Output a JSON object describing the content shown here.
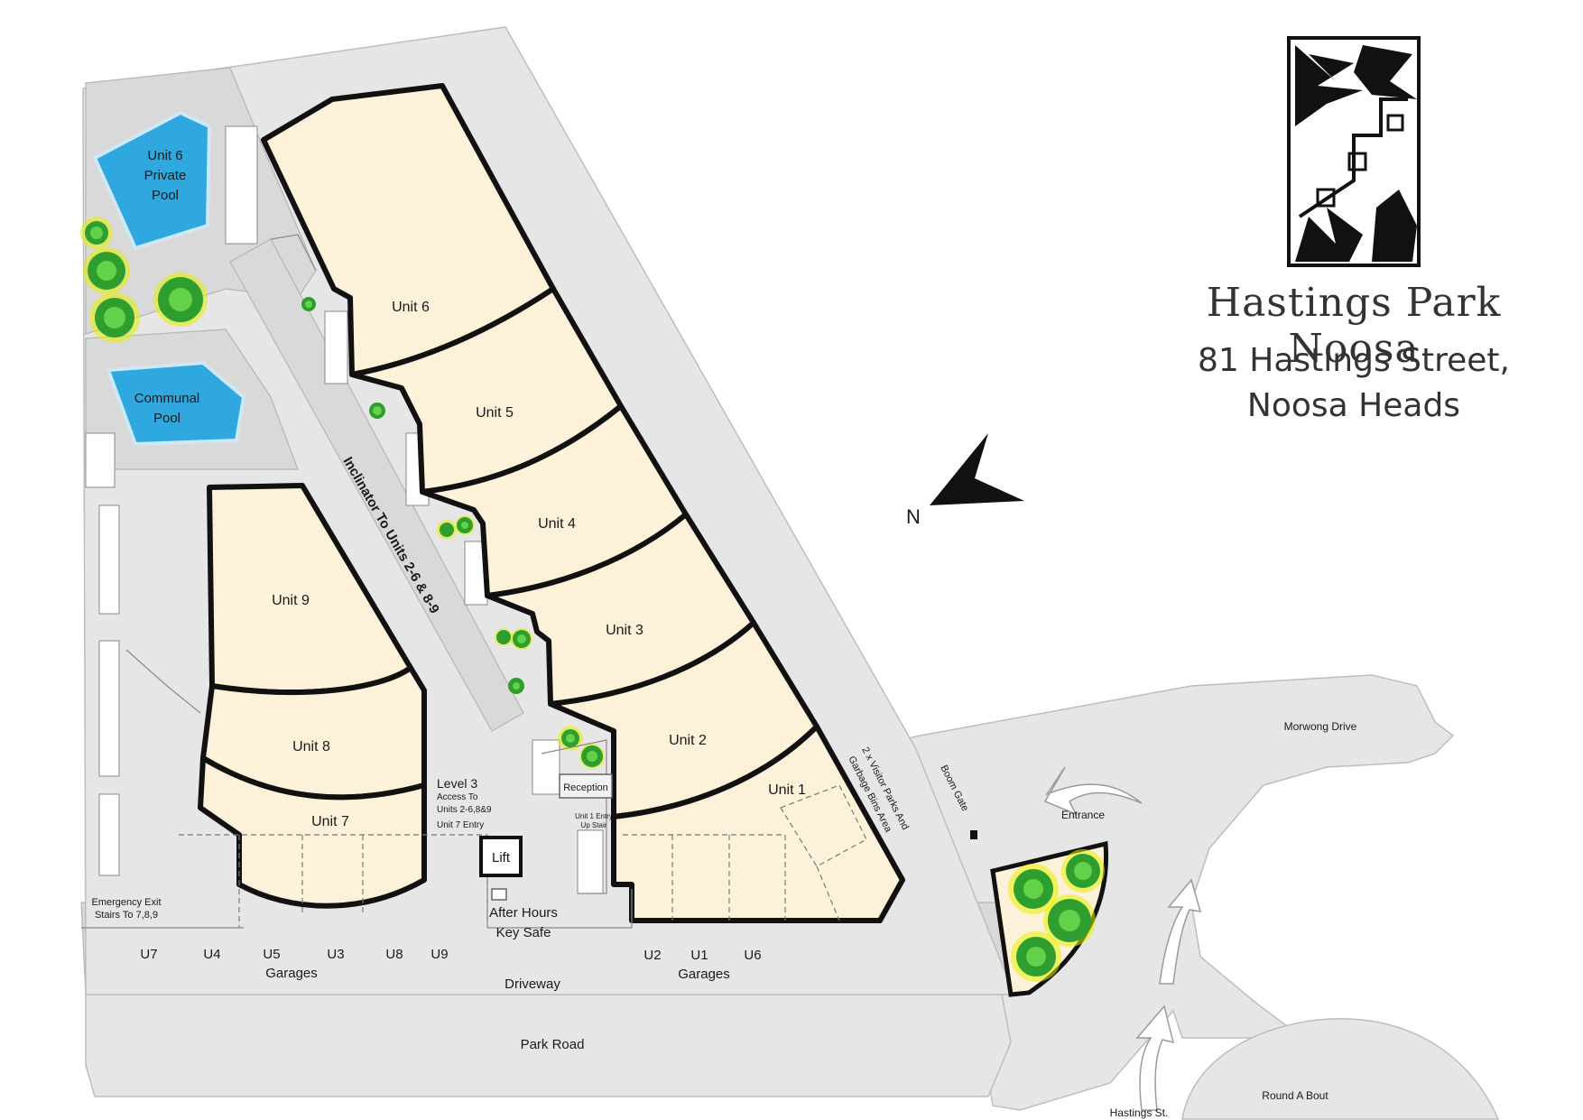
{
  "brand": {
    "name": "Hastings Park Noosa",
    "address_line1": "81 Hastings Street,",
    "address_line2": "Noosa Heads"
  },
  "compass": {
    "label": "N"
  },
  "units": [
    {
      "id": "unit-6",
      "label": "Unit 6"
    },
    {
      "id": "unit-5",
      "label": "Unit 5"
    },
    {
      "id": "unit-4",
      "label": "Unit 4"
    },
    {
      "id": "unit-3",
      "label": "Unit 3"
    },
    {
      "id": "unit-2",
      "label": "Unit 2"
    },
    {
      "id": "unit-1",
      "label": "Unit 1"
    },
    {
      "id": "unit-9",
      "label": "Unit 9"
    },
    {
      "id": "unit-8",
      "label": "Unit 8"
    },
    {
      "id": "unit-7",
      "label": "Unit 7"
    }
  ],
  "pools": {
    "private": [
      "Unit 6",
      "Private",
      "Pool"
    ],
    "communal": [
      "Communal",
      "Pool"
    ]
  },
  "inclinator": "Inclinator To Units 2-6 & 8-9",
  "reception": "Reception",
  "lift": "Lift",
  "level3": [
    "Level 3",
    "Access To",
    "Units 2-6,8&9",
    "Unit 7 Entry"
  ],
  "unit1_entry": [
    "Unit 1 Entry",
    "Up Stair"
  ],
  "after_hours": [
    "After Hours",
    "Key Safe"
  ],
  "emergency_exit": [
    "Emergency Exit",
    "Stairs To 7,8,9"
  ],
  "visitor_parks": [
    "2 x Visitor Parks And",
    "Garbage Bins Area"
  ],
  "boom_gate": "Boom Gate",
  "garage_labels_left": [
    "U7",
    "U4",
    "U5",
    "U3",
    "U8",
    "U9"
  ],
  "garage_labels_right": [
    "U2",
    "U1",
    "U6"
  ],
  "garages_word": "Garages",
  "roads": {
    "driveway": "Driveway",
    "park_road": "Park Road",
    "morwong_drive": "Morwong Drive",
    "entrance": "Entrance",
    "hastings_st": "Hastings St.",
    "roundabout": "Round A Bout"
  },
  "colors": {
    "unit_fill": "#fdf1da",
    "pool_fill": "#2fa8e0",
    "ground": "#e6e6e6",
    "tree": "#2e9e2e"
  },
  "icons": [
    "palm-logo-icon",
    "north-arrow-icon",
    "tree-icon",
    "traffic-arrow-icon"
  ]
}
